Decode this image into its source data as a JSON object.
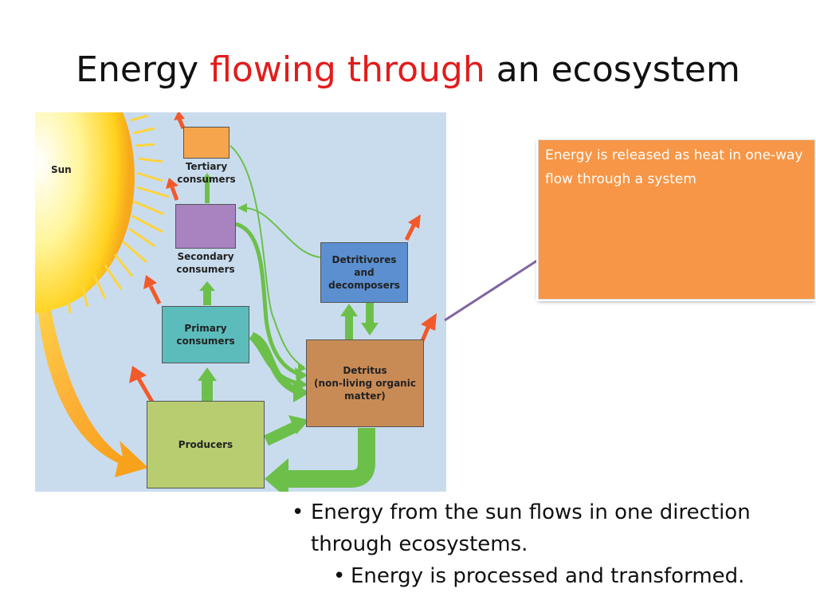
{
  "slide": {
    "title_part1": "Energy",
    "title_highlight": "flowing through",
    "title_part3": "an ecosystem",
    "highlight_color": "#e21c1c"
  },
  "diagram": {
    "sun_label": "Sun",
    "nodes": {
      "tertiary": "Tertiary\nconsumers",
      "secondary": "Secondary\nconsumers",
      "primary": "Primary\nconsumers",
      "producers": "Producers",
      "detritivores": "Detritivores\nand\ndecomposers",
      "detritus": "Detritus\n(non-living organic\nmatter)"
    },
    "colors": {
      "background": "#c9dcee",
      "tertiary": "#f7a54c",
      "secondary": "#a982c0",
      "primary": "#5cbcbc",
      "producers": "#b8cd70",
      "detritivores": "#5b8fd0",
      "detritus": "#c98b56",
      "flow_arrow": "#6cc04a",
      "heat_arrow": "#f2592a"
    }
  },
  "callout": {
    "text": "Energy is released as heat in one-way flow through a system",
    "background": "#f79646",
    "pointer_color": "#8064a2"
  },
  "bullets": {
    "main": "Energy from the sun flows in one direction through ecosystems.",
    "sub": "Energy is processed and transformed."
  }
}
